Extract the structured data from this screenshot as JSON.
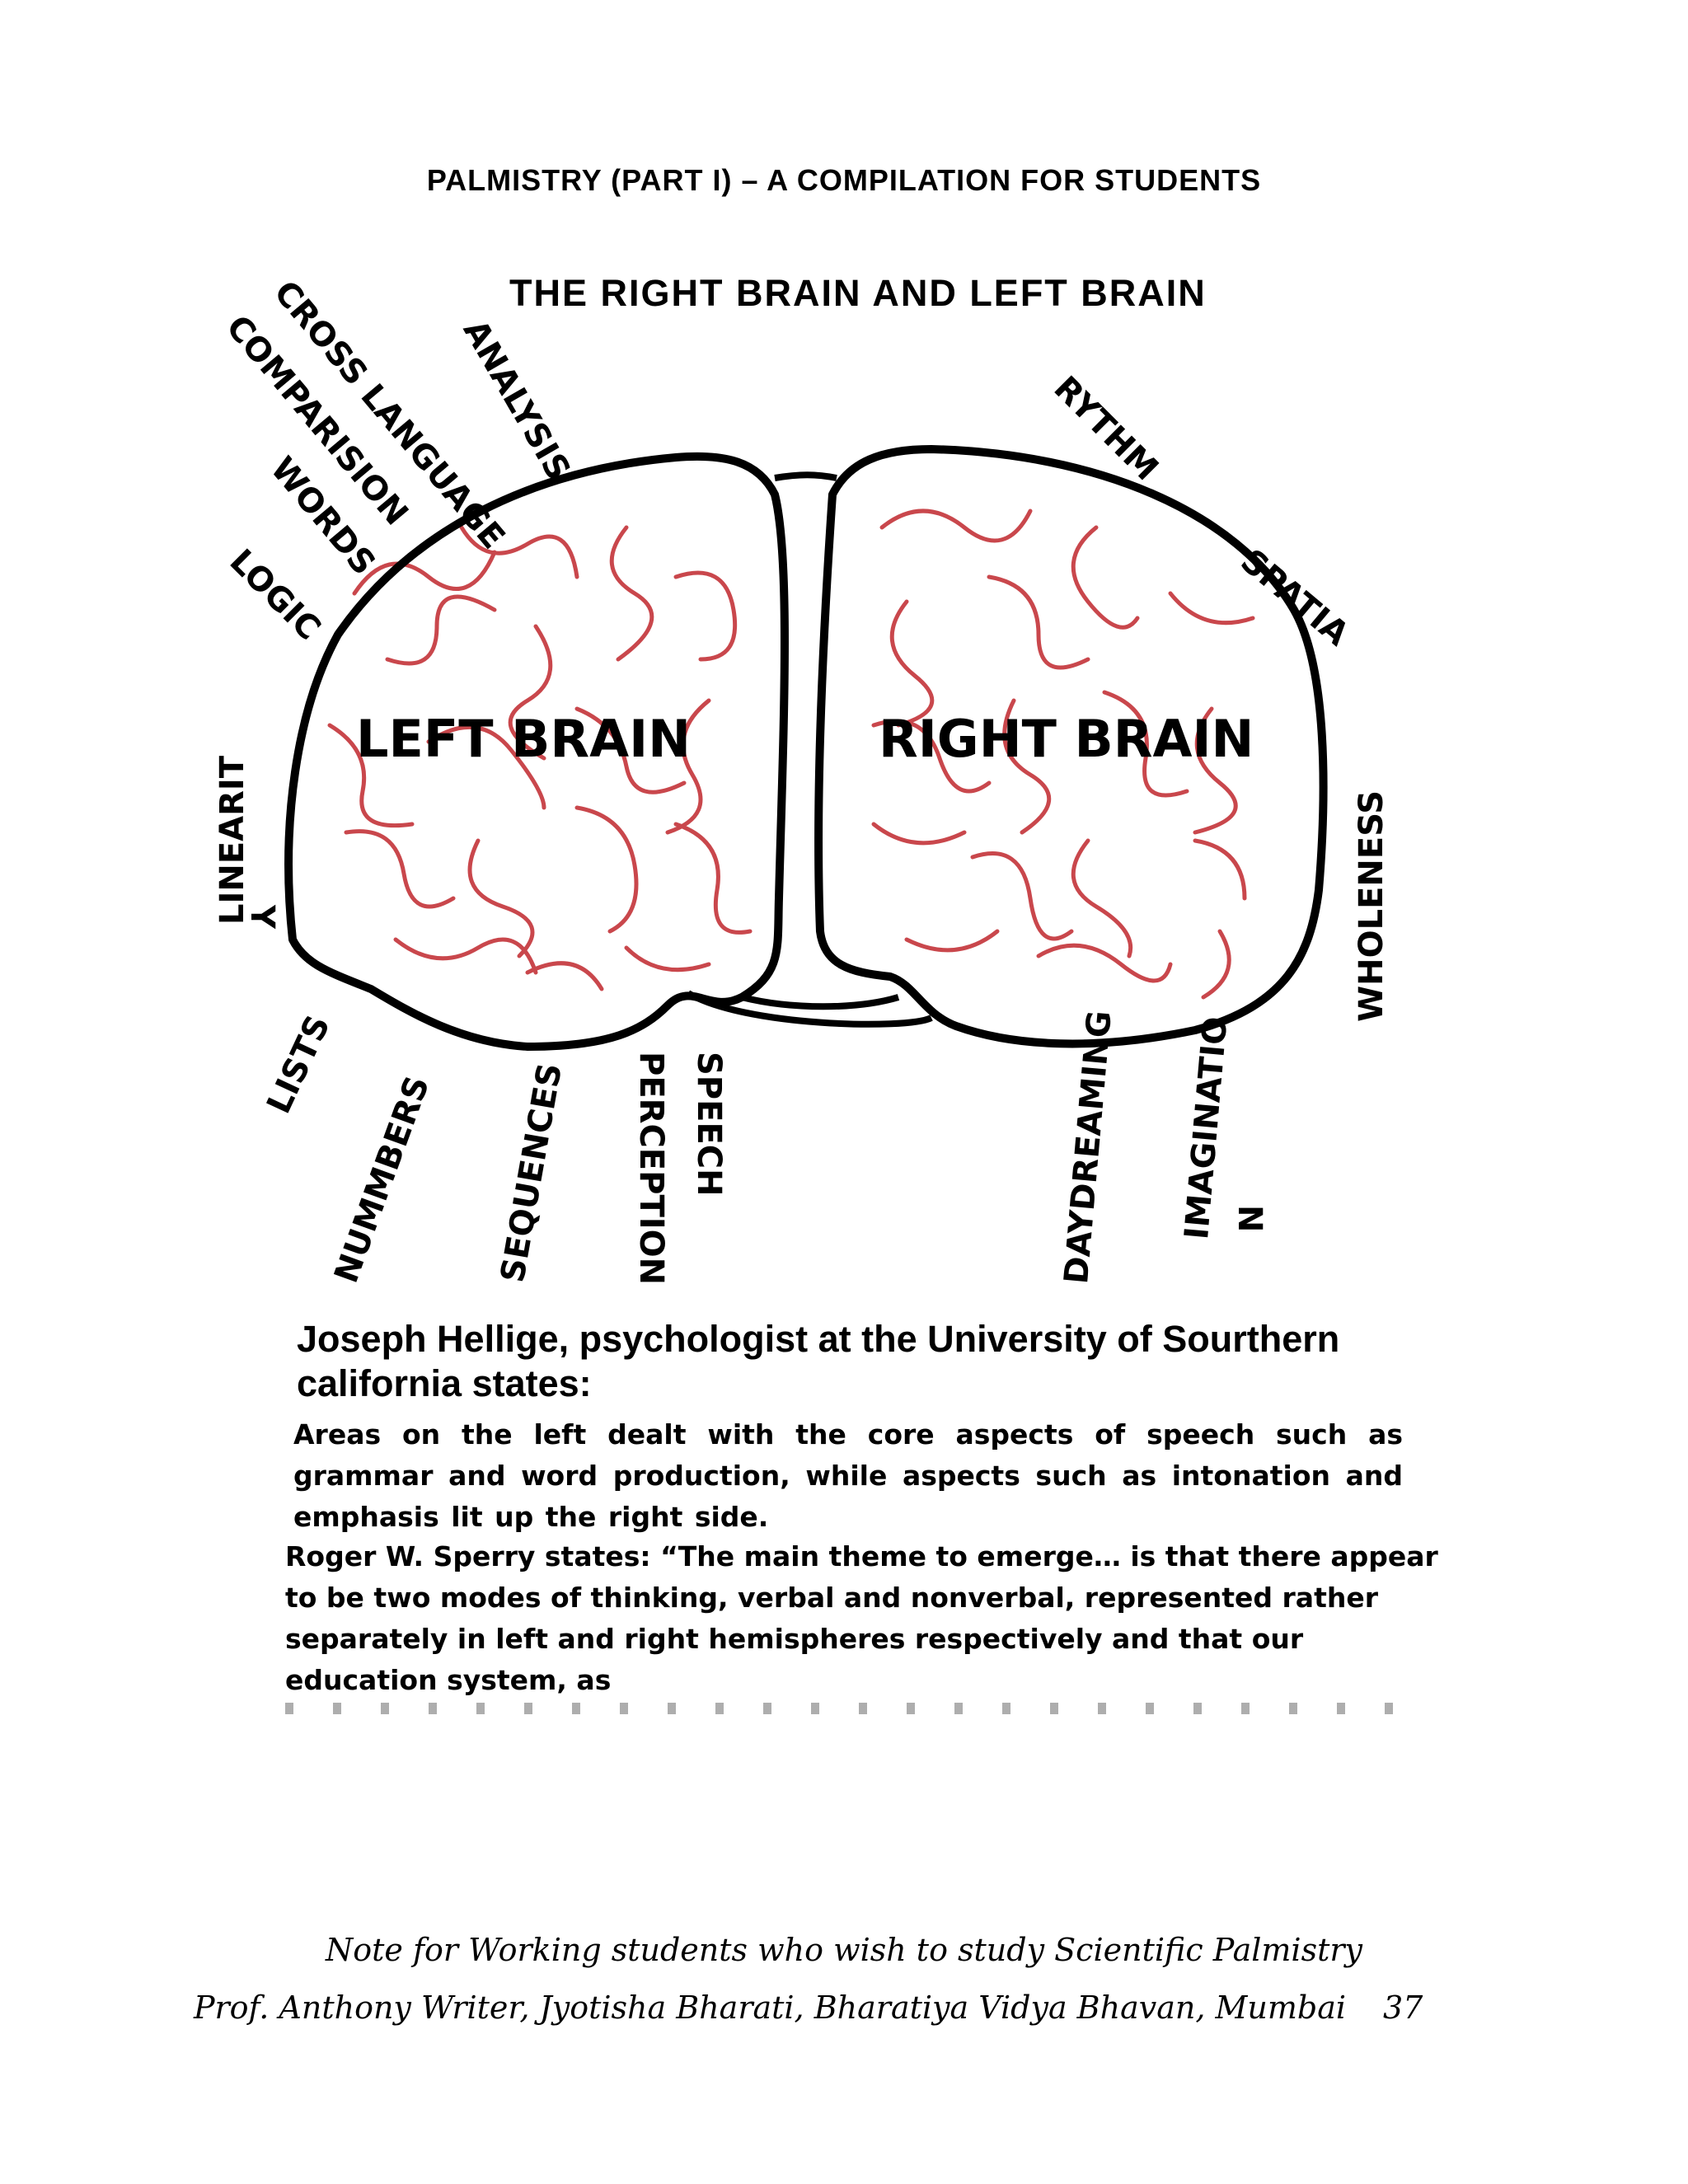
{
  "header": "PALMISTRY   (PART I) – A COMPILATION FOR STUDENTS",
  "title": "THE RIGHT BRAIN AND LEFT BRAIN",
  "hemispheres": {
    "left": "LEFT BRAIN",
    "right": "RIGHT BRAIN"
  },
  "labels": {
    "cross_language": "CROSS LANGUAGE",
    "comparision": "COMPARISION",
    "words": "WORDS",
    "analysis": "ANALYSIS",
    "logic": "LOGIC",
    "linearity": "LINEARIT",
    "linearity_y": "Y",
    "lists": "LISTS",
    "nummbers": "NUMMBERS",
    "sequences": "SEQUENCES",
    "perception": "PERCEPTION",
    "speech": "SPEECH",
    "rythm": "RYTHM",
    "spatia": "SPATIA",
    "wholeness": "WHOLENESS",
    "daydreaming": "DAYDREAMING",
    "imaginatio": "IMAGINATIO",
    "imaginatio_n": "N"
  },
  "body": {
    "intro": "Joseph Hellige, psychologist at the University of Sourthern california states:",
    "quote1": "Areas on the left dealt with the core aspects of speech such as grammar and word production, while aspects such as intonation and emphasis lit up the right side.",
    "quote2": "Roger W. Sperry states: “The main theme to emerge… is that there appear to be two modes of thinking, verbal and nonverbal, represented rather separately in left and right hemispheres respectively and that our education system, as"
  },
  "footer": {
    "line1": "Note for Working students who wish to study Scientific Palmistry",
    "line2": "Prof. Anthony Writer, Jyotisha Bharati, Bharatiya Vidya Bhavan,  Mumbai",
    "page": "37"
  }
}
